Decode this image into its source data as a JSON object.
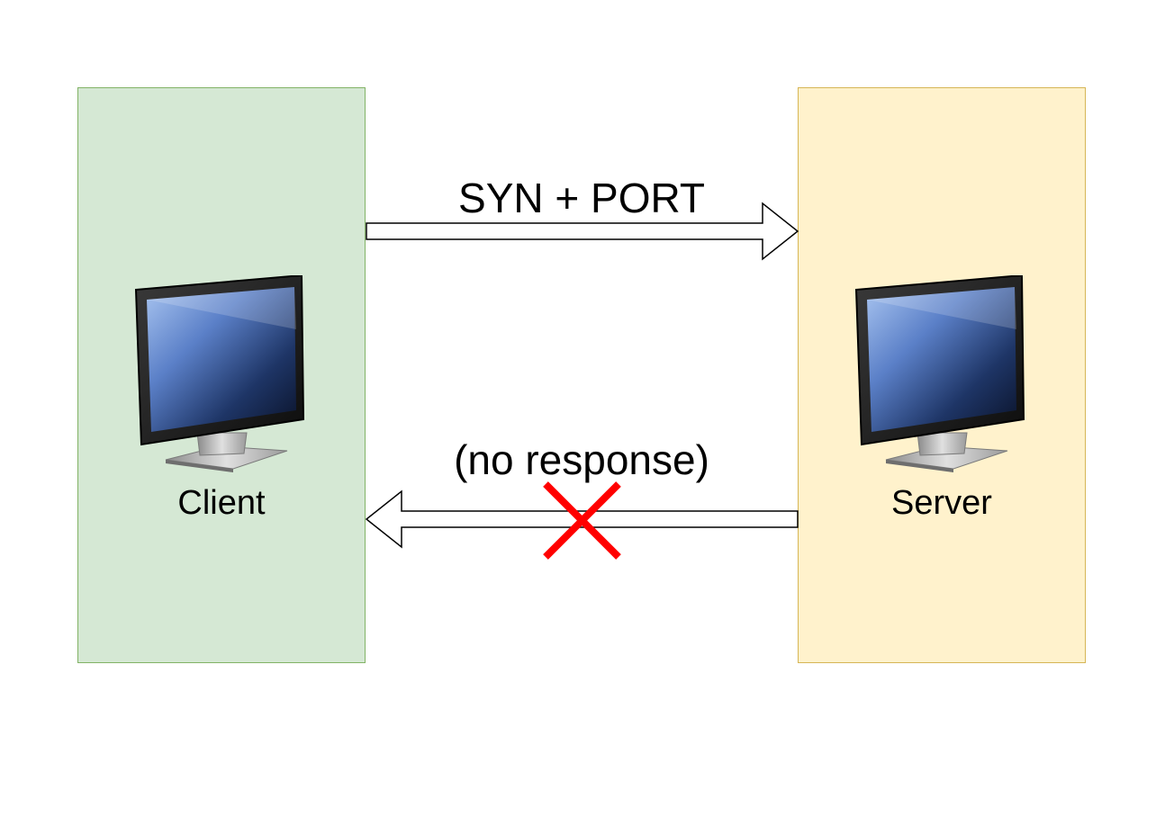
{
  "nodes": {
    "client": {
      "label": "Client",
      "icon": "monitor-icon",
      "fill": "#d5e8d4",
      "stroke": "#82b366"
    },
    "server": {
      "label": "Server",
      "icon": "monitor-icon",
      "fill": "#fff2cc",
      "stroke": "#d6b656"
    }
  },
  "messages": [
    {
      "label": "SYN + PORT",
      "from": "Client",
      "to": "Server"
    },
    {
      "label": "(no response)",
      "from": "Server",
      "to": "Client",
      "blocked": true,
      "block_icon": "red-x-icon",
      "block_color": "#ff0000"
    }
  ]
}
